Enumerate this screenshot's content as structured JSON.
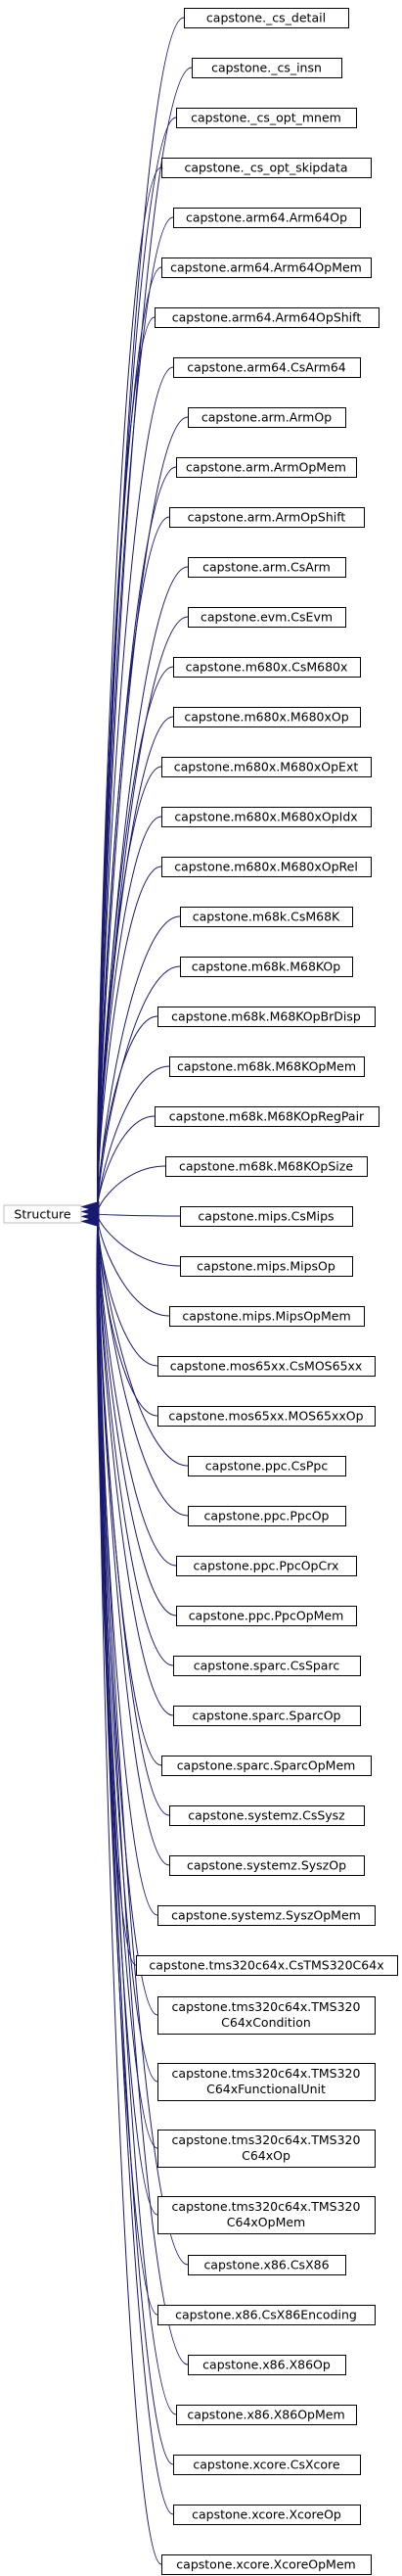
{
  "colors": {
    "edge": "#191970",
    "node_border": "#000000",
    "root_border": "#bfbfbf",
    "background": "#ffffff",
    "text": "#000000"
  },
  "root": {
    "label": "Structure"
  },
  "children": [
    {
      "lines": [
        "capstone._cs_detail"
      ]
    },
    {
      "lines": [
        "capstone._cs_insn"
      ]
    },
    {
      "lines": [
        "capstone._cs_opt_mnem"
      ]
    },
    {
      "lines": [
        "capstone._cs_opt_skipdata"
      ]
    },
    {
      "lines": [
        "capstone.arm64.Arm64Op"
      ]
    },
    {
      "lines": [
        "capstone.arm64.Arm64OpMem"
      ]
    },
    {
      "lines": [
        "capstone.arm64.Arm64OpShift"
      ]
    },
    {
      "lines": [
        "capstone.arm64.CsArm64"
      ]
    },
    {
      "lines": [
        "capstone.arm.ArmOp"
      ]
    },
    {
      "lines": [
        "capstone.arm.ArmOpMem"
      ]
    },
    {
      "lines": [
        "capstone.arm.ArmOpShift"
      ]
    },
    {
      "lines": [
        "capstone.arm.CsArm"
      ]
    },
    {
      "lines": [
        "capstone.evm.CsEvm"
      ]
    },
    {
      "lines": [
        "capstone.m680x.CsM680x"
      ]
    },
    {
      "lines": [
        "capstone.m680x.M680xOp"
      ]
    },
    {
      "lines": [
        "capstone.m680x.M680xOpExt"
      ]
    },
    {
      "lines": [
        "capstone.m680x.M680xOpIdx"
      ]
    },
    {
      "lines": [
        "capstone.m680x.M680xOpRel"
      ]
    },
    {
      "lines": [
        "capstone.m68k.CsM68K"
      ]
    },
    {
      "lines": [
        "capstone.m68k.M68KOp"
      ]
    },
    {
      "lines": [
        "capstone.m68k.M68KOpBrDisp"
      ]
    },
    {
      "lines": [
        "capstone.m68k.M68KOpMem"
      ]
    },
    {
      "lines": [
        "capstone.m68k.M68KOpRegPair"
      ]
    },
    {
      "lines": [
        "capstone.m68k.M68KOpSize"
      ]
    },
    {
      "lines": [
        "capstone.mips.CsMips"
      ]
    },
    {
      "lines": [
        "capstone.mips.MipsOp"
      ]
    },
    {
      "lines": [
        "capstone.mips.MipsOpMem"
      ]
    },
    {
      "lines": [
        "capstone.mos65xx.CsMOS65xx"
      ]
    },
    {
      "lines": [
        "capstone.mos65xx.MOS65xxOp"
      ]
    },
    {
      "lines": [
        "capstone.ppc.CsPpc"
      ]
    },
    {
      "lines": [
        "capstone.ppc.PpcOp"
      ]
    },
    {
      "lines": [
        "capstone.ppc.PpcOpCrx"
      ]
    },
    {
      "lines": [
        "capstone.ppc.PpcOpMem"
      ]
    },
    {
      "lines": [
        "capstone.sparc.CsSparc"
      ]
    },
    {
      "lines": [
        "capstone.sparc.SparcOp"
      ]
    },
    {
      "lines": [
        "capstone.sparc.SparcOpMem"
      ]
    },
    {
      "lines": [
        "capstone.systemz.CsSysz"
      ]
    },
    {
      "lines": [
        "capstone.systemz.SyszOp"
      ]
    },
    {
      "lines": [
        "capstone.systemz.SyszOpMem"
      ]
    },
    {
      "lines": [
        "capstone.tms320c64x.CsTMS320C64x"
      ]
    },
    {
      "lines": [
        "capstone.tms320c64x.TMS320",
        "C64xCondition"
      ]
    },
    {
      "lines": [
        "capstone.tms320c64x.TMS320",
        "C64xFunctionalUnit"
      ]
    },
    {
      "lines": [
        "capstone.tms320c64x.TMS320",
        "C64xOp"
      ]
    },
    {
      "lines": [
        "capstone.tms320c64x.TMS320",
        "C64xOpMem"
      ]
    },
    {
      "lines": [
        "capstone.x86.CsX86"
      ]
    },
    {
      "lines": [
        "capstone.x86.CsX86Encoding"
      ]
    },
    {
      "lines": [
        "capstone.x86.X86Op"
      ]
    },
    {
      "lines": [
        "capstone.x86.X86OpMem"
      ]
    },
    {
      "lines": [
        "capstone.xcore.CsXcore"
      ]
    },
    {
      "lines": [
        "capstone.xcore.XcoreOp"
      ]
    },
    {
      "lines": [
        "capstone.xcore.XcoreOpMem"
      ]
    }
  ]
}
